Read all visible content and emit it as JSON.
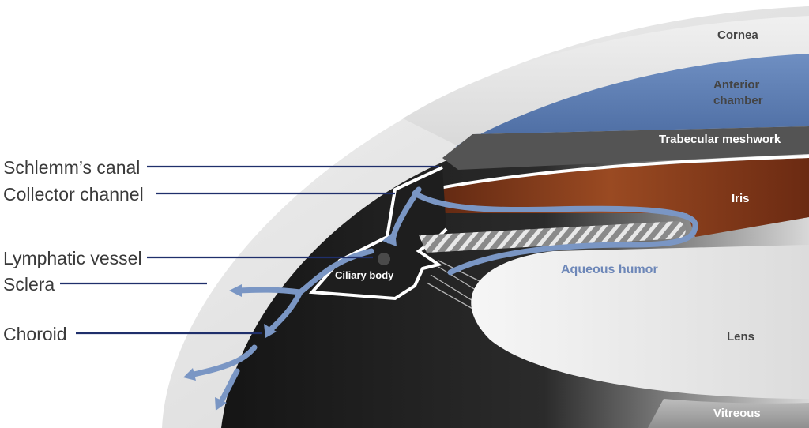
{
  "labels": {
    "schlemms_canal": "Schlemm’s canal",
    "collector_channel": "Collector channel",
    "lymphatic_vessel": "Lymphatic vessel",
    "sclera": "Sclera",
    "choroid": "Choroid",
    "cornea": "Cornea",
    "anterior_chamber_line1": "Anterior",
    "anterior_chamber_line2": "chamber",
    "trabecular_meshwork": "Trabecular meshwork",
    "iris": "Iris",
    "ciliary_body": "Ciliary body",
    "aqueous_humor": "Aqueous humor",
    "lens": "Lens",
    "vitreous": "Vitreous"
  },
  "colors": {
    "flow_arrows": "#7a96c4",
    "leader_lines": "#1f2f6b",
    "anterior_chamber": "#5f80b3",
    "iris": "#8a3a1a",
    "choroid": "#1a1a1a"
  }
}
